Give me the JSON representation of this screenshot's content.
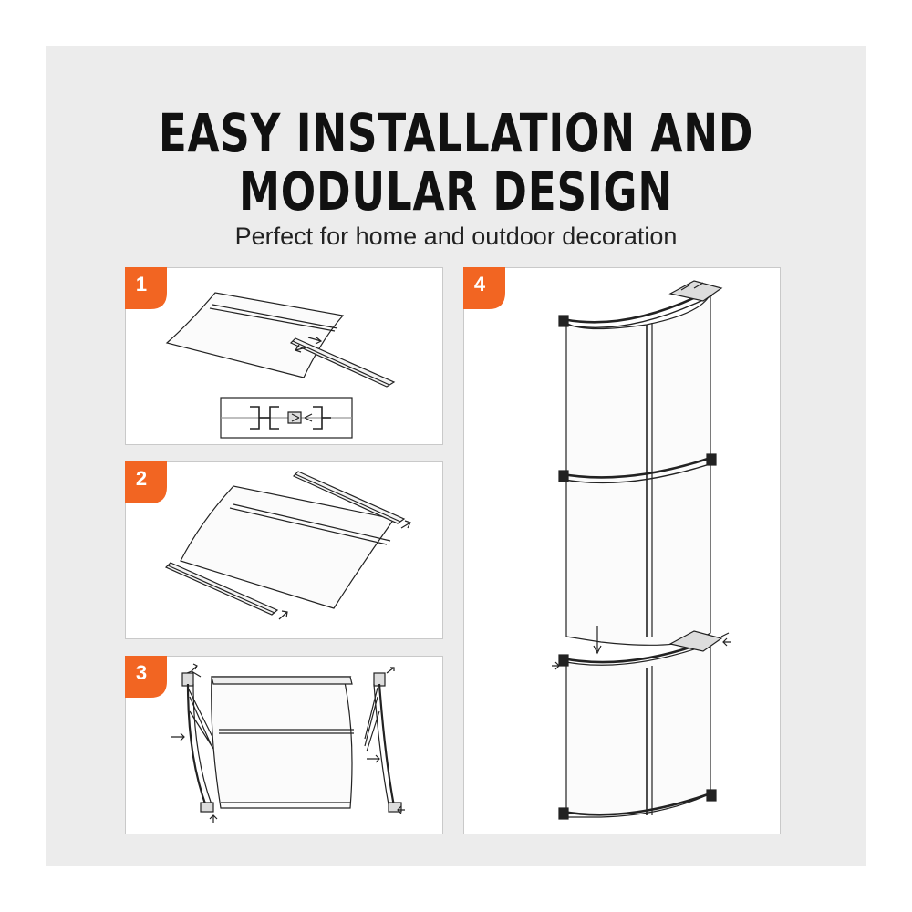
{
  "heading": {
    "line1": "EASY INSTALLATION AND",
    "line2": "MODULAR DESIGN",
    "subtitle": "Perfect for home and outdoor decoration"
  },
  "steps": [
    {
      "number": "1"
    },
    {
      "number": "2"
    },
    {
      "number": "3"
    },
    {
      "number": "4"
    }
  ],
  "colors": {
    "background": "#ececec",
    "panel": "#ffffff",
    "badge": "#f26522",
    "ink": "#111111"
  }
}
